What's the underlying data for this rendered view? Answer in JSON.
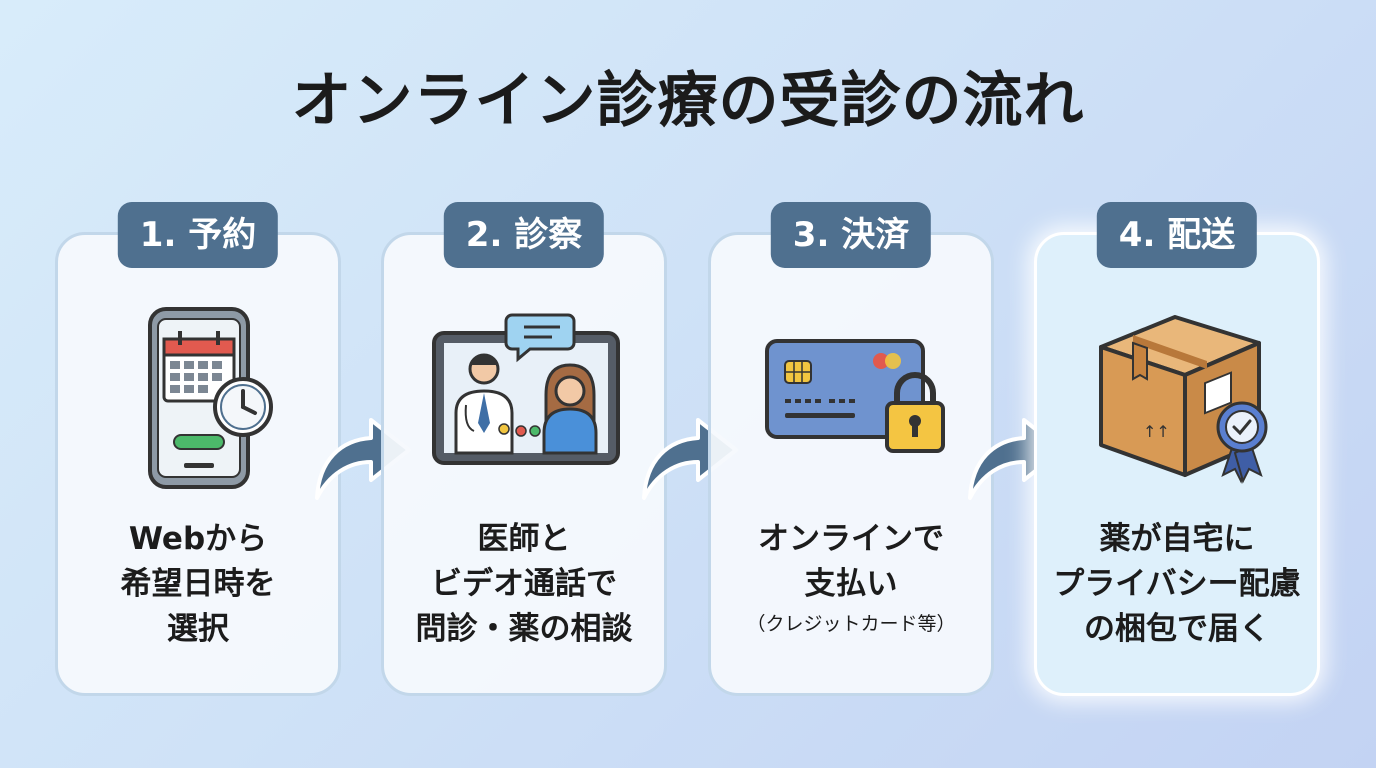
{
  "title": "オンライン診療の受診の流れ",
  "colors": {
    "badge": "#4f708f",
    "arrow": "#4f708f",
    "card_border": "#c2d7ea"
  },
  "steps": [
    {
      "badge": "1. 予約",
      "icon": "smartphone-calendar-clock-icon",
      "lines": [
        "Webから",
        "希望日時を",
        "選択"
      ]
    },
    {
      "badge": "2. 診察",
      "icon": "video-consultation-doctor-patient-icon",
      "lines": [
        "医師と",
        "ビデオ通話で",
        "問診・薬の相談"
      ]
    },
    {
      "badge": "3. 決済",
      "icon": "credit-card-padlock-icon",
      "lines": [
        "オンラインで",
        "支払い"
      ],
      "note": "（クレジットカード等）"
    },
    {
      "badge": "4. 配送",
      "icon": "package-badge-icon",
      "lines": [
        "薬が自宅に",
        "プライバシー配慮",
        "の梱包で届く"
      ]
    }
  ]
}
